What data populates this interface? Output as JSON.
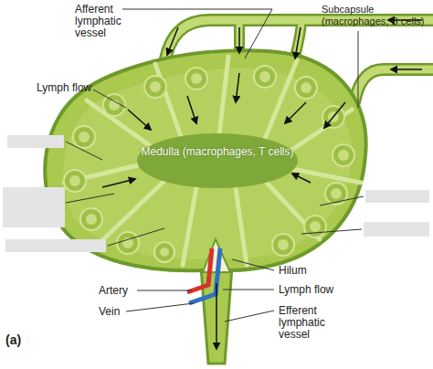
{
  "diagram": {
    "labels": [
      "Afferent lymphatic vessel",
      "Subcapsule (macrophages, B cells)",
      "Lymph flow",
      "Medulla (macrophages, T cells)",
      "Hilum",
      "Artery",
      "Lymph flow",
      "Vein",
      "Efferent lymphatic vessel",
      "(a)"
    ]
  }
}
